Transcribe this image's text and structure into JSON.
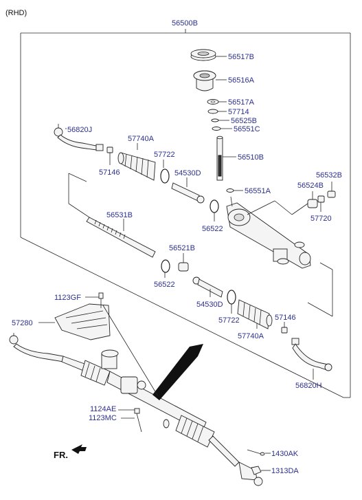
{
  "diagram": {
    "variant": "(RHD)",
    "assembly_label": "56500B",
    "direction_label": "FR.",
    "parts": {
      "p56517B": "56517B",
      "p56516A": "56516A",
      "p56517A": "56517A",
      "p57714": "57714",
      "p56525B": "56525B",
      "p56551C": "56551C",
      "p56510B": "56510B",
      "p56551A": "56551A",
      "p56532B": "56532B",
      "p56524B": "56524B",
      "p57720": "57720",
      "p56820J": "56820J",
      "p57740A_upper": "57740A",
      "p57722_upper": "57722",
      "p57146_upper": "57146",
      "p54530D_upper": "54530D",
      "p56522_upper": "56522",
      "p56531B": "56531B",
      "p56521B": "56521B",
      "p56522_lower": "56522",
      "p54530D_lower": "54530D",
      "p57722_lower": "57722",
      "p57146_lower": "57146",
      "p57740A_lower": "57740A",
      "p56820H": "56820H",
      "p1123GF": "1123GF",
      "p57280": "57280",
      "p1124AE": "1124AE",
      "p1123MC": "1123MC",
      "p1430AK": "1430AK",
      "p1313DA": "1313DA"
    }
  }
}
